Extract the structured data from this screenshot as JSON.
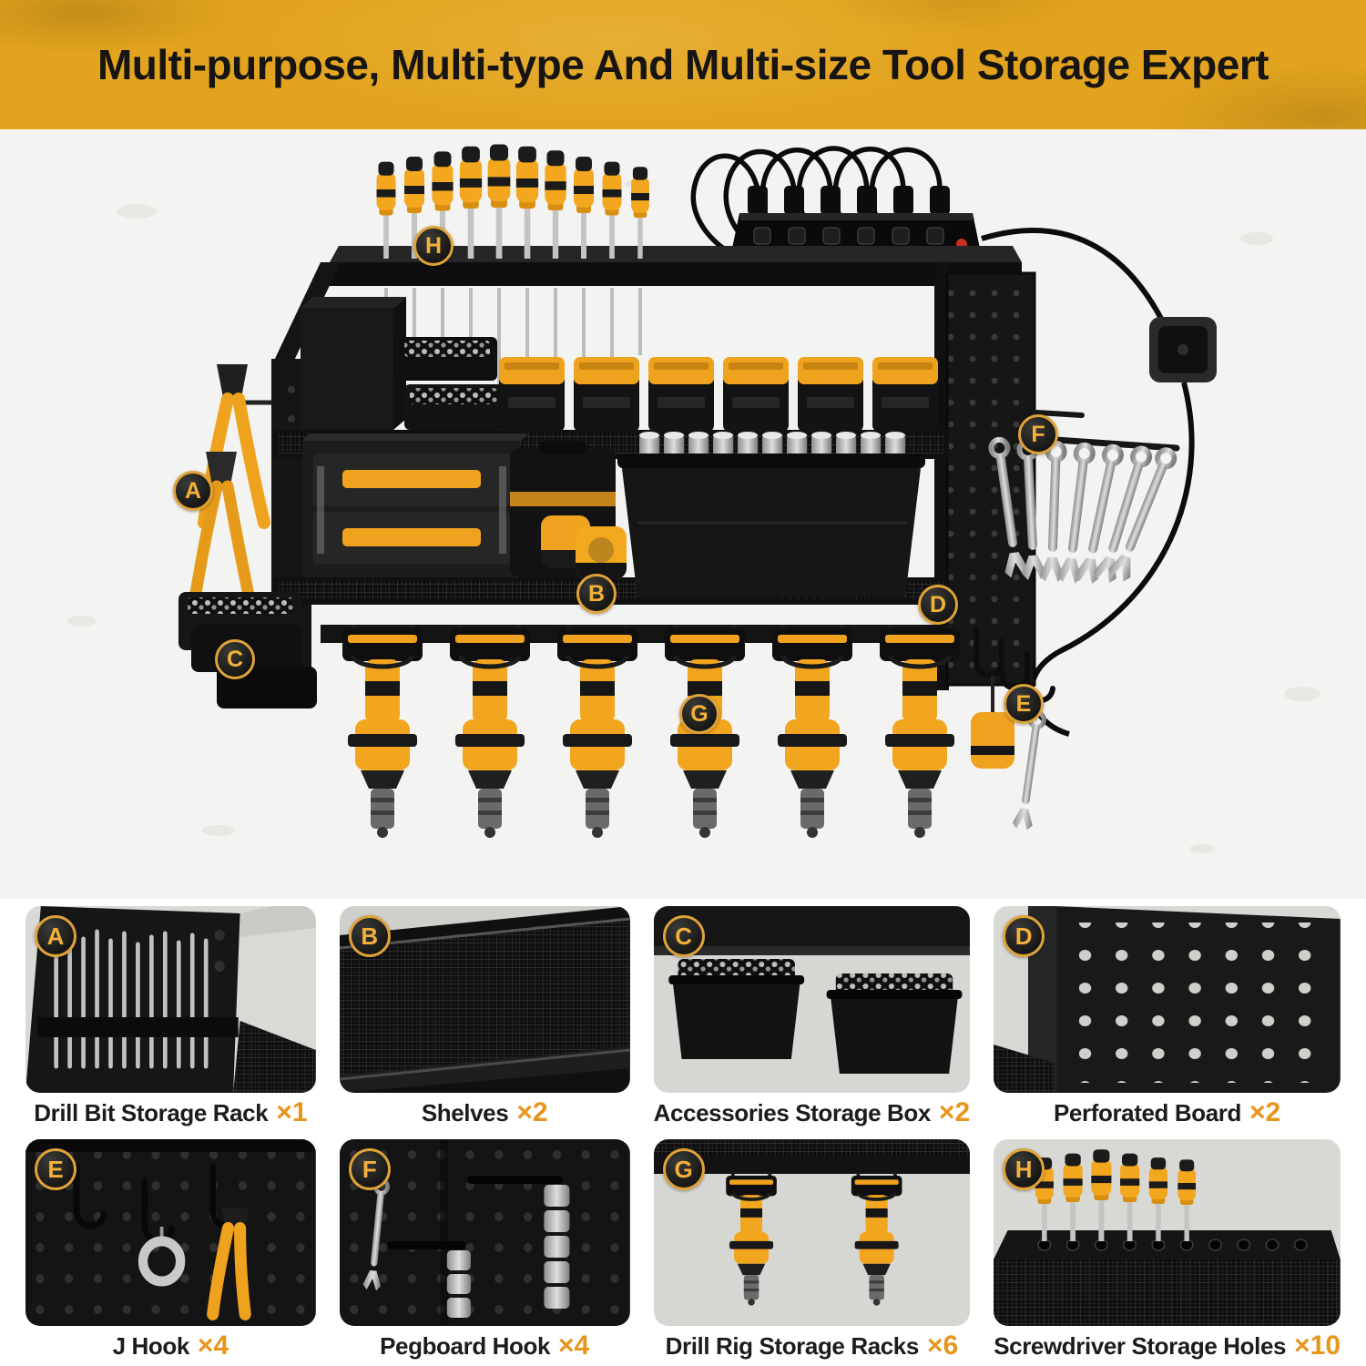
{
  "header": {
    "title": "Multi-purpose, Multi-type And Multi-size Tool Storage Expert"
  },
  "hero": {
    "callouts": [
      {
        "letter": "A"
      },
      {
        "letter": "B"
      },
      {
        "letter": "C"
      },
      {
        "letter": "D"
      },
      {
        "letter": "E"
      },
      {
        "letter": "F"
      },
      {
        "letter": "G"
      },
      {
        "letter": "H"
      }
    ]
  },
  "features": [
    {
      "letter": "A",
      "name": "Drill Bit Storage Rack",
      "count": "×1"
    },
    {
      "letter": "B",
      "name": "Shelves",
      "count": "×2"
    },
    {
      "letter": "C",
      "name": "Accessories Storage Box",
      "count": "×2"
    },
    {
      "letter": "D",
      "name": "Perforated Board",
      "count": "×2"
    },
    {
      "letter": "E",
      "name": "J Hook",
      "count": "×4"
    },
    {
      "letter": "F",
      "name": "Pegboard Hook",
      "count": "×4"
    },
    {
      "letter": "G",
      "name": "Drill Rig Storage Racks",
      "count": "×6"
    },
    {
      "letter": "H",
      "name": "Screwdriver Storage Holes",
      "count": "×10"
    }
  ],
  "colors": {
    "banner_bg": "#E2A31E",
    "accent_gold": "#DFA239",
    "count_orange": "#E8951C",
    "hero_bg": "#F3F3F1",
    "dark": "#141414"
  }
}
